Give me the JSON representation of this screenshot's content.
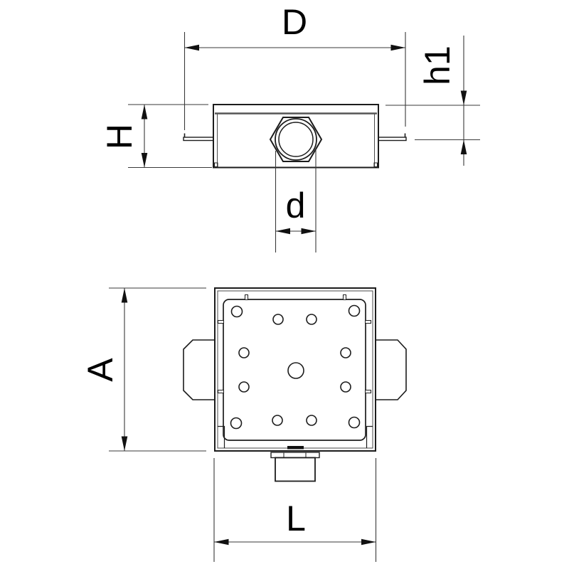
{
  "labels": {
    "D": "D",
    "h1": "h1",
    "H": "H",
    "d": "d",
    "A": "A",
    "L": "L"
  },
  "colors": {
    "background": "#ffffff",
    "outline": "#1c1c1c",
    "secondary_line": "#4a4a4a",
    "dimension_line": "#3a3a3a",
    "label_text": "#000000"
  }
}
